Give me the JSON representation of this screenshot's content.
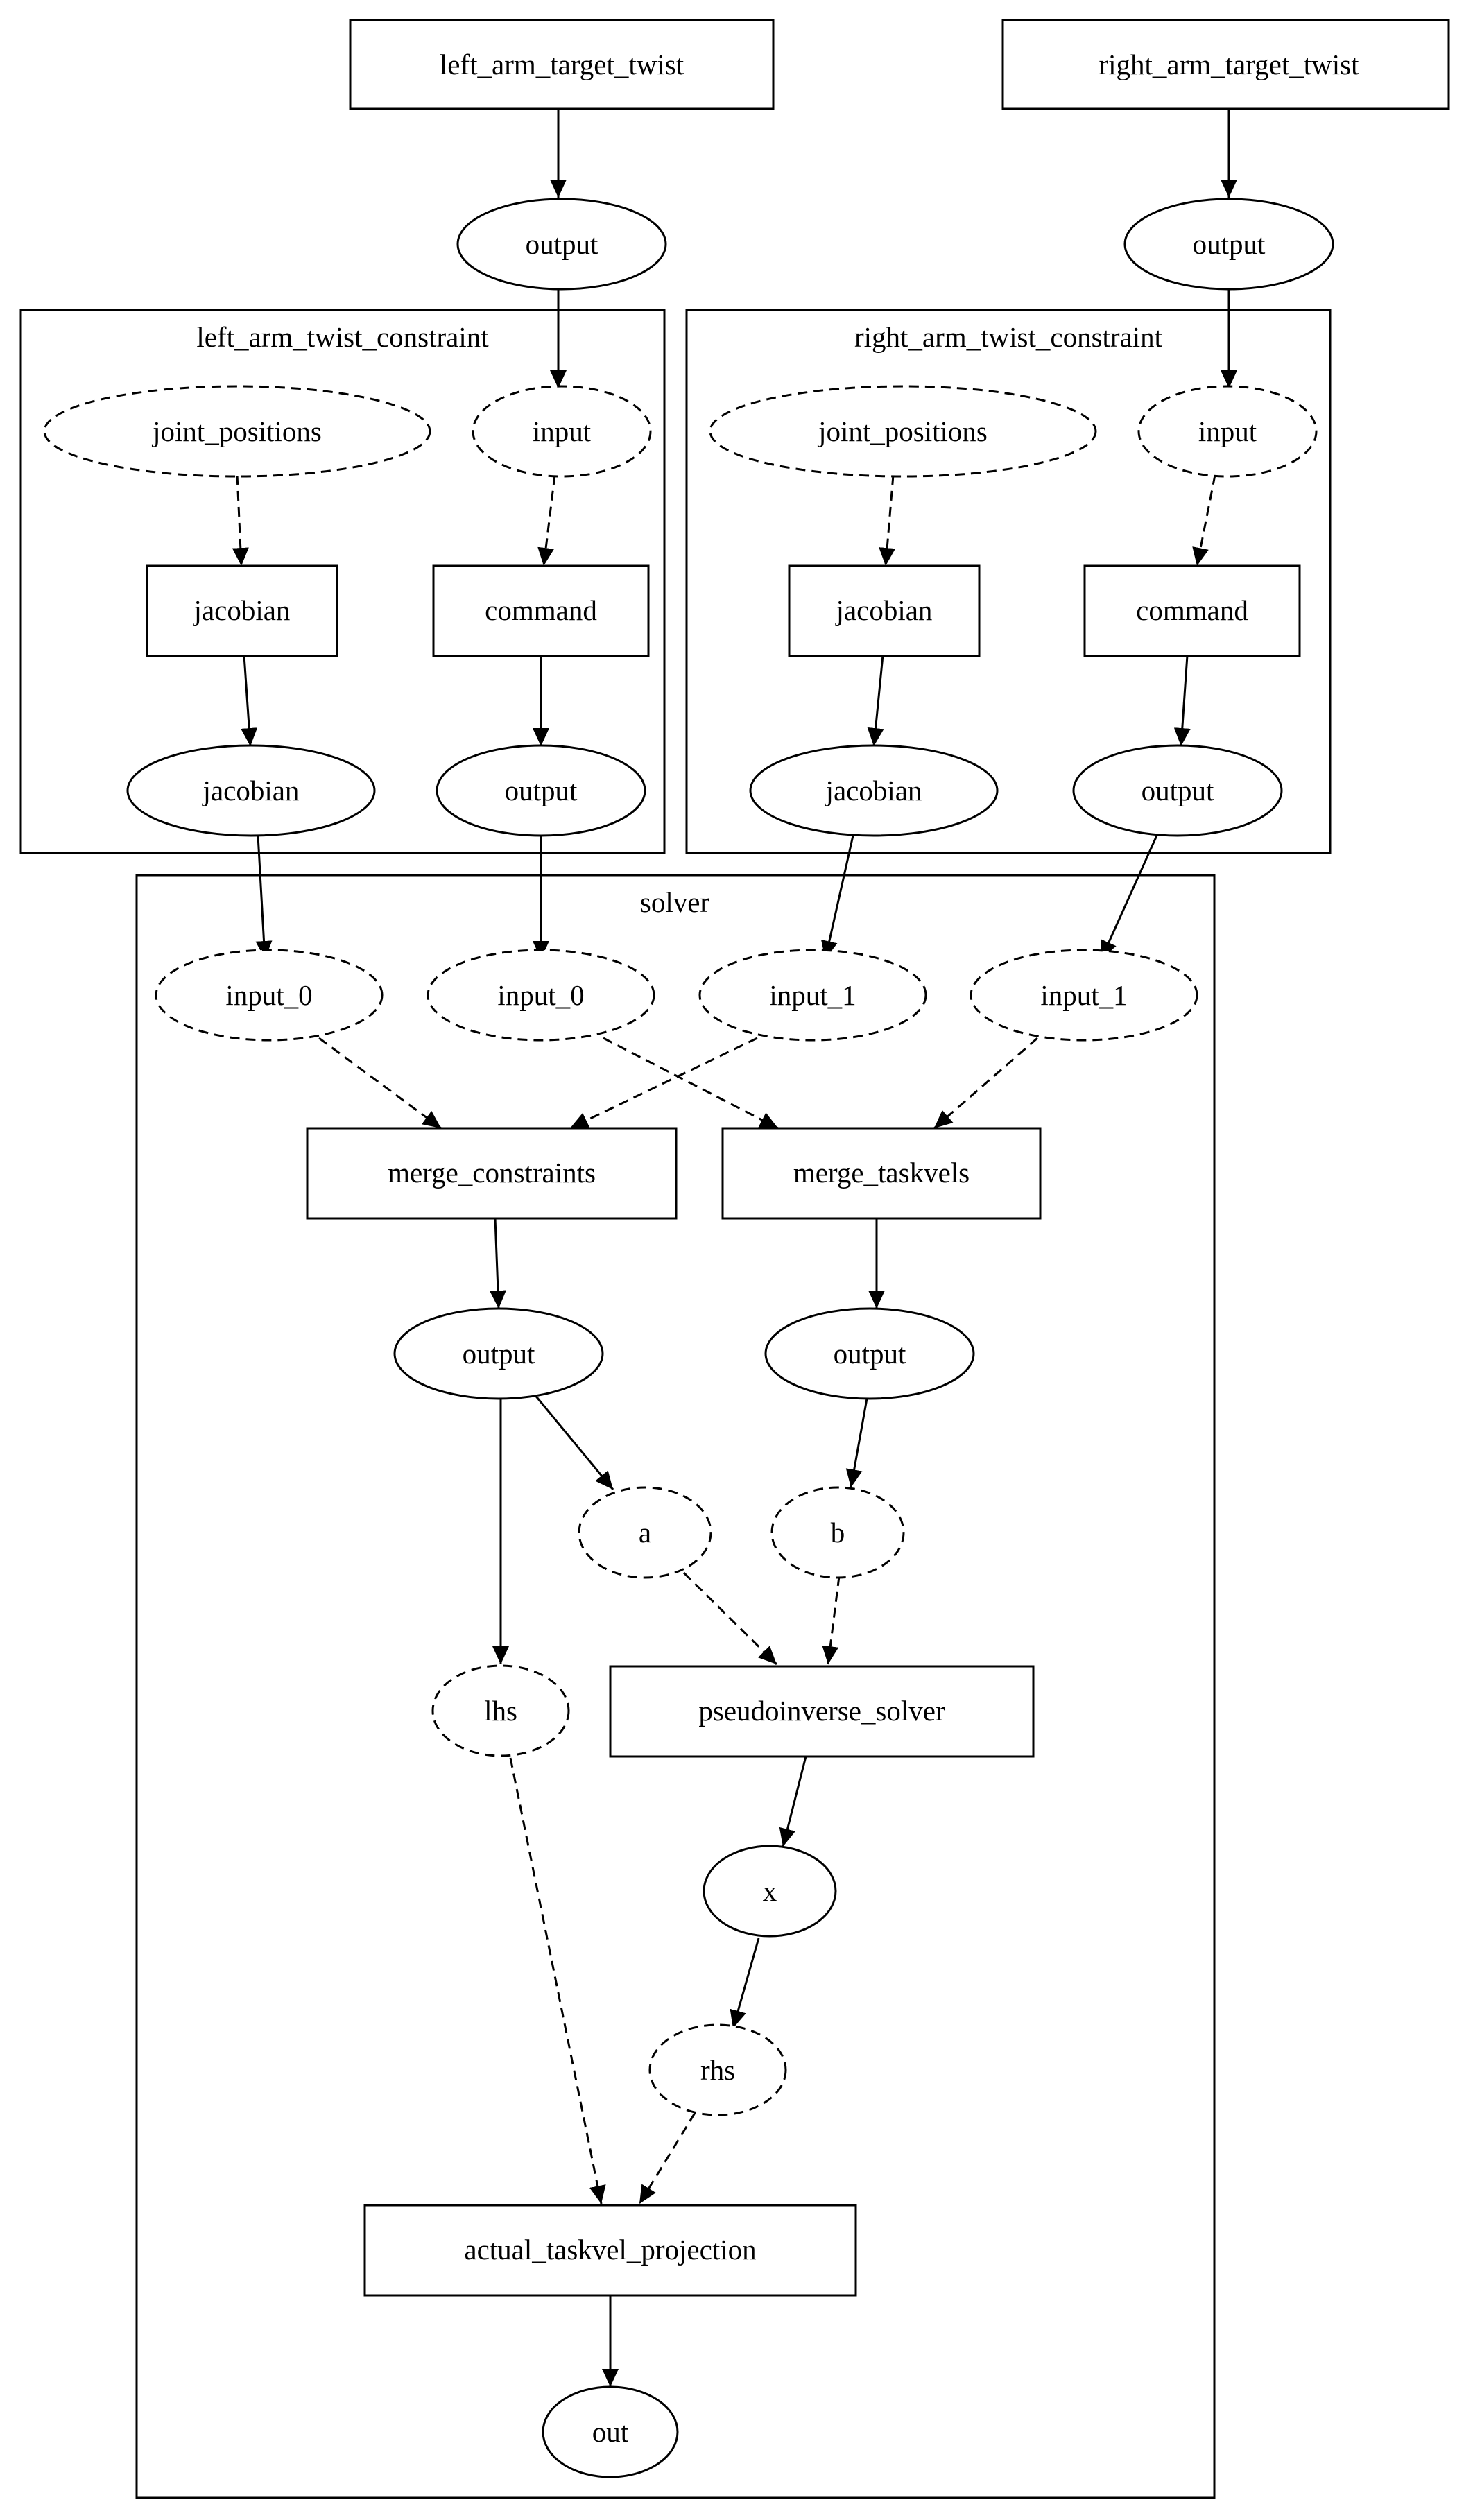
{
  "top_nodes": {
    "left_target": "left_arm_target_twist",
    "right_target": "right_arm_target_twist",
    "left_output": "output",
    "right_output": "output"
  },
  "left_cluster": {
    "title": "left_arm_twist_constraint",
    "joint_positions": "joint_positions",
    "input": "input",
    "jacobian_op": "jacobian",
    "command_op": "command",
    "jacobian_out": "jacobian",
    "output": "output"
  },
  "right_cluster": {
    "title": "right_arm_twist_constraint",
    "joint_positions": "joint_positions",
    "input": "input",
    "jacobian_op": "jacobian",
    "command_op": "command",
    "jacobian_out": "jacobian",
    "output": "output"
  },
  "solver": {
    "title": "solver",
    "input_0_a": "input_0",
    "input_0_b": "input_0",
    "input_1_a": "input_1",
    "input_1_b": "input_1",
    "merge_constraints": "merge_constraints",
    "merge_taskvels": "merge_taskvels",
    "output_constraints": "output",
    "output_taskvels": "output",
    "a": "a",
    "b": "b",
    "lhs": "lhs",
    "pseudoinverse_solver": "pseudoinverse_solver",
    "x": "x",
    "rhs": "rhs",
    "actual_taskvel_projection": "actual_taskvel_projection",
    "out": "out"
  }
}
